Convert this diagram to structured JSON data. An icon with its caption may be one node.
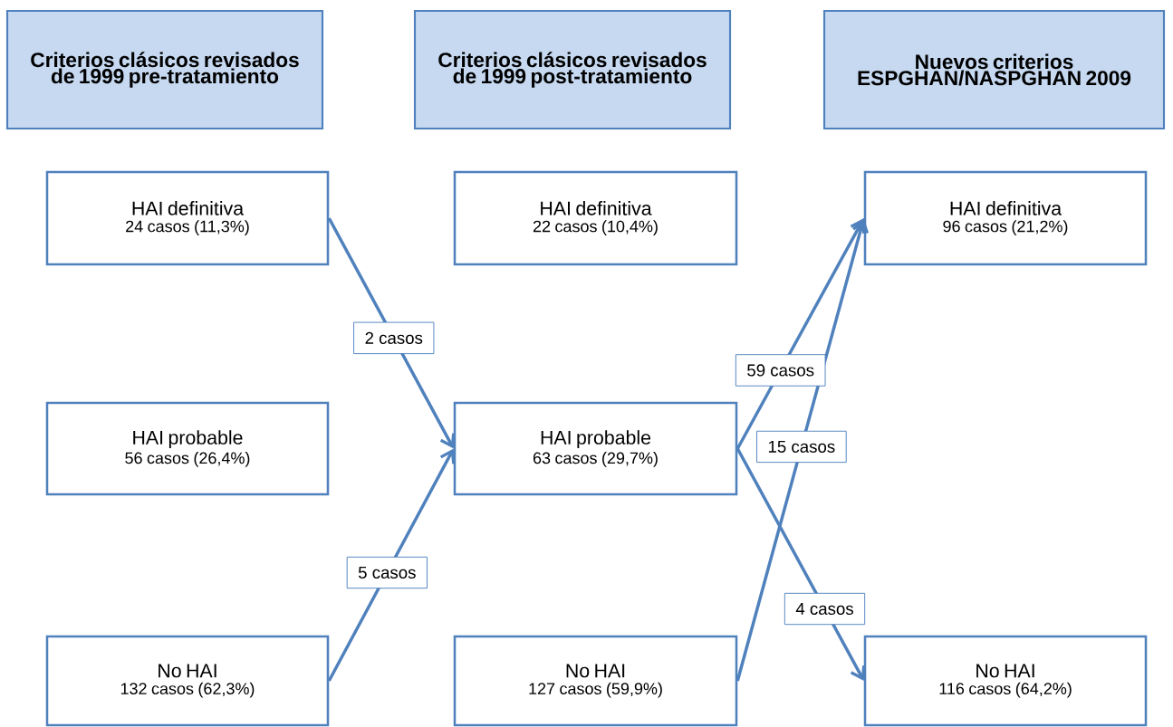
{
  "diagram": {
    "nodes": [
      {
        "text": [
          "Criterios clásicos revisados de 1999 pre-tratamiento"
        ]
      },
      {
        "text": [
          "Criterios clásicos revisados de 1999 post-tratamiento"
        ]
      },
      {
        "text": [
          "Nuevos criterios ESPGHAN/NASPGHAN 2009"
        ]
      },
      {
        "text": [
          "HAI definitiva",
          "24 casos (11,3%)"
        ]
      },
      {
        "text": [
          "HAI definitiva",
          "22 casos (10,4%)"
        ]
      },
      {
        "text": [
          "HAI definitiva",
          "96 casos (21,2%)"
        ]
      },
      {
        "text": [
          "HAI probable",
          "56 casos (26,4%)"
        ]
      },
      {
        "text": [
          "HAI probable",
          "63 casos (29,7%)"
        ]
      },
      {
        "text": [
          "No HAI",
          "132 casos (62,3%)"
        ]
      },
      {
        "text": [
          "No HAI",
          "127 casos (59,9%)"
        ]
      },
      {
        "text": [
          "No HAI",
          "116 casos (64,2%)"
        ]
      }
    ],
    "edges": [
      {
        "from": 3,
        "to": 7,
        "arrow": "to",
        "label": "2 casos"
      },
      {
        "from": 8,
        "to": 7,
        "arrow": "to",
        "label": "5 casos"
      },
      {
        "from": 7,
        "to": 5,
        "arrow": "to",
        "label": "59 casos"
      },
      {
        "from": 9,
        "to": 5,
        "arrow": "to",
        "label": "15 casos"
      },
      {
        "from": 7,
        "to": 10,
        "arrow": "to",
        "label": "4 casos"
      }
    ]
  }
}
